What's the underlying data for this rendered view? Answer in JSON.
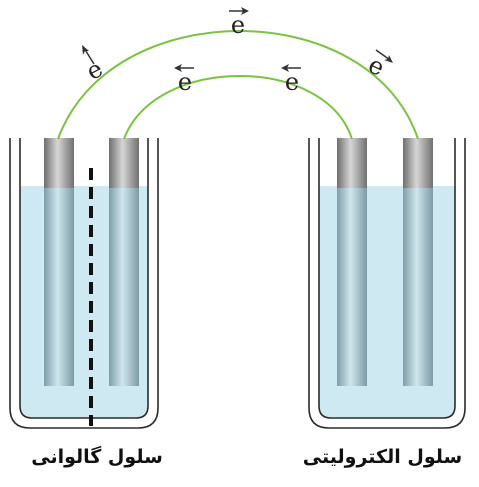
{
  "diagram": {
    "electron_symbol": "e",
    "captions": {
      "galvanic": "سلول گالوانی",
      "electrolytic": "سلول الکترولیتی"
    },
    "colors": {
      "solution": "#cfe9f3",
      "container_stroke": "#2b2b2b",
      "wire": "#7cc242",
      "electrode_top": "#8c8c8c",
      "electrode_body": "#a9c9d3",
      "separator": "#111111",
      "arrow": "#333333"
    }
  }
}
